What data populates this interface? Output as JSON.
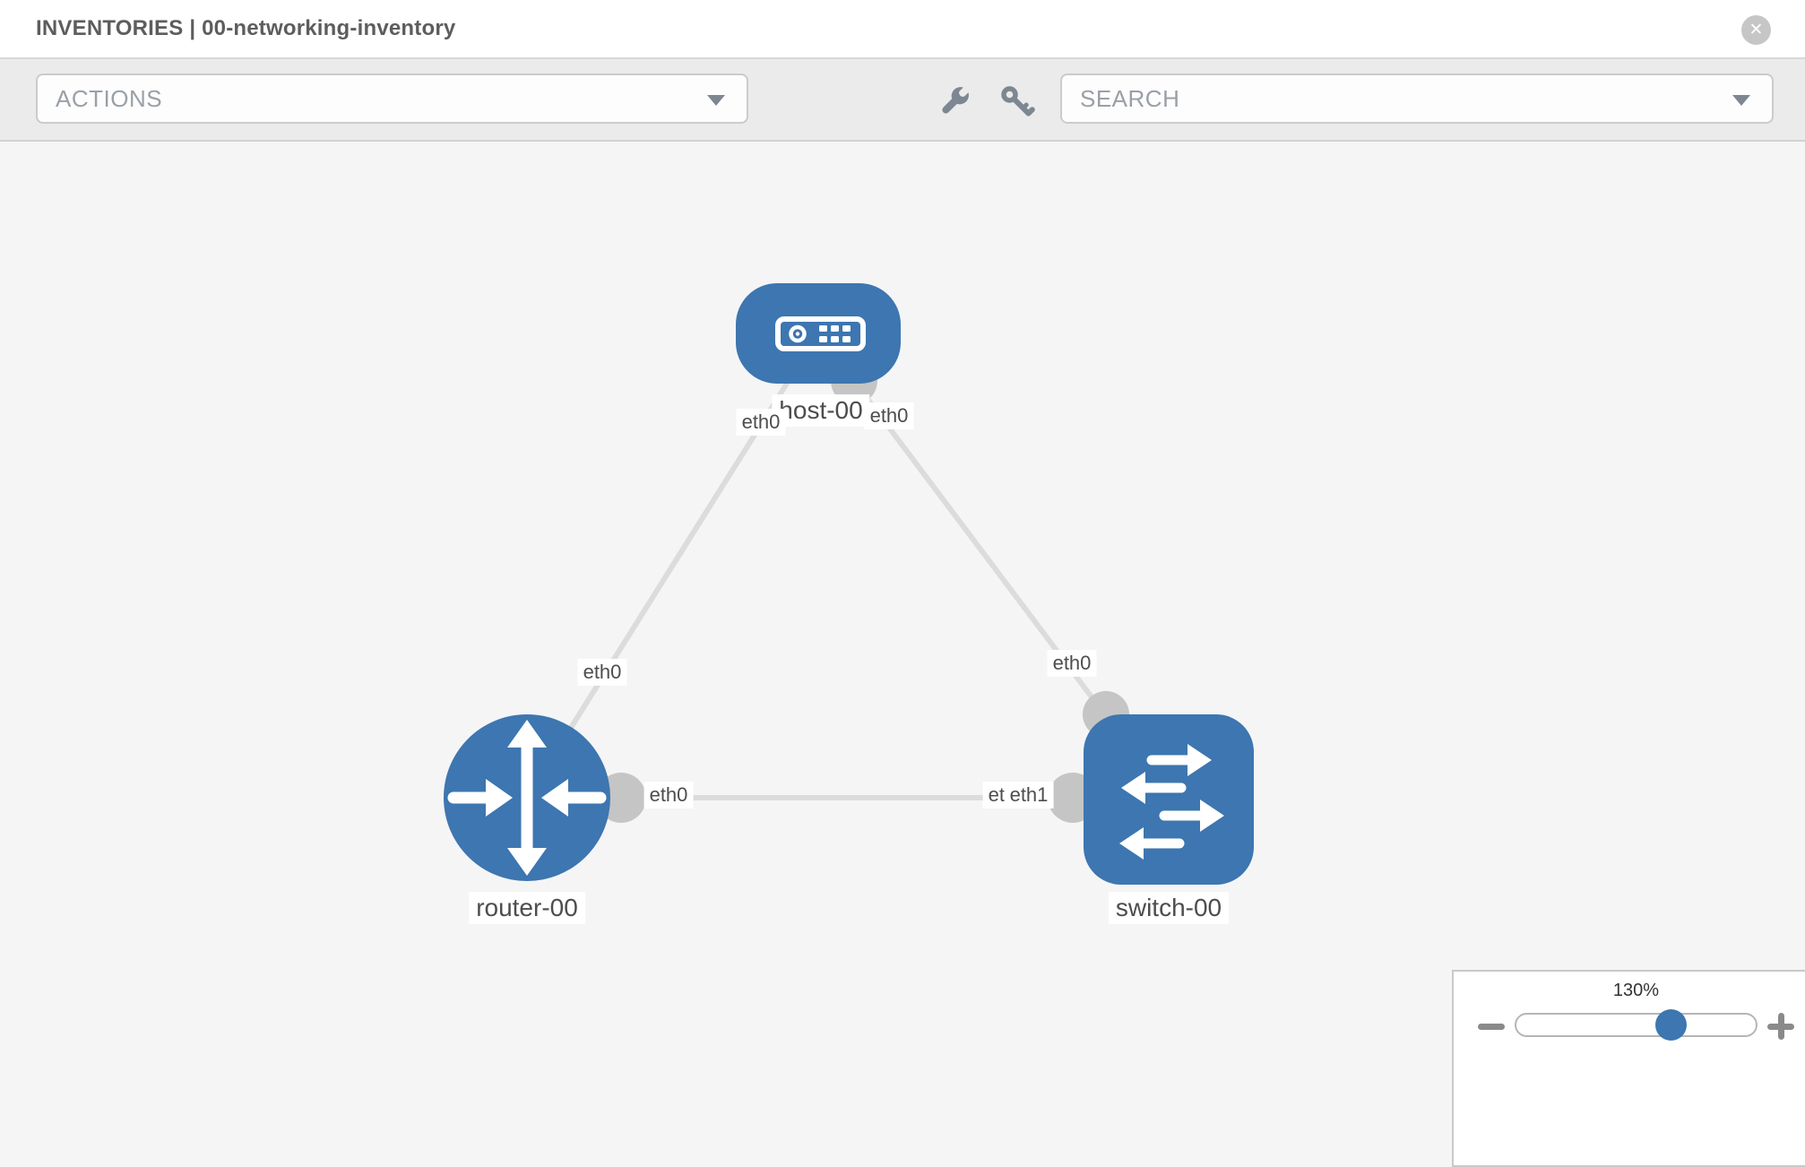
{
  "header": {
    "title": "INVENTORIES | 00-networking-inventory"
  },
  "toolbar": {
    "actions_label": "ACTIONS",
    "search_placeholder": "SEARCH"
  },
  "glyphs": {
    "close": "✕"
  },
  "colors": {
    "node_blue": "#3d76b0",
    "port_gray": "#c5c5c5",
    "edge_gray": "#dcdcdc",
    "background": "#f5f5f6",
    "toolbar_gray": "#ebebeb"
  },
  "topology": {
    "nodes": [
      {
        "id": "host-00",
        "type": "host",
        "label": "host-00"
      },
      {
        "id": "router-00",
        "type": "router",
        "label": "router-00"
      },
      {
        "id": "switch-00",
        "type": "switch",
        "label": "switch-00"
      }
    ],
    "links": [
      {
        "from": "host-00",
        "from_port": "eth0",
        "to": "router-00",
        "to_port": "eth0"
      },
      {
        "from": "host-00",
        "from_port": "eth0",
        "to": "switch-00",
        "to_port": "eth0"
      },
      {
        "from": "router-00",
        "from_port": "eth0",
        "to": "switch-00",
        "to_port": "eth1"
      }
    ],
    "labels": {
      "host": "host-00",
      "router": "router-00",
      "switch": "switch-00",
      "host_port_left": "eth0",
      "host_port_right": "eth0",
      "edge_host_router": "eth0",
      "edge_host_switch": "eth0",
      "edge_rs_router": "eth0",
      "edge_rs_switch_under": "eth0",
      "edge_rs_switch_over": "eth1"
    }
  },
  "zoom_control": {
    "level": "130%"
  }
}
